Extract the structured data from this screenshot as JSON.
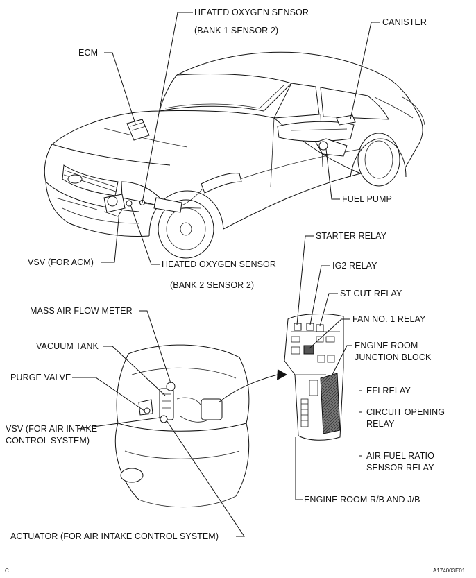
{
  "labels": {
    "heated_o2_b1s2_line1": "HEATED OXYGEN SENSOR",
    "heated_o2_b1s2_line2": "(BANK 1 SENSOR 2)",
    "canister": "CANISTER",
    "ecm": "ECM",
    "fuel_pump": "FUEL PUMP",
    "starter_relay": "STARTER RELAY",
    "vsv_acm": "VSV (FOR ACM)",
    "heated_o2_b2s2_line1": "HEATED OXYGEN SENSOR",
    "heated_o2_b2s2_line2": "(BANK 2 SENSOR 2)",
    "ig2_relay": "IG2 RELAY",
    "st_cut_relay": "ST CUT RELAY",
    "mass_air_flow_meter": "MASS AIR FLOW METER",
    "fan_no1_relay": "FAN NO. 1 RELAY",
    "vacuum_tank": "VACUUM TANK",
    "engine_room_jb_line1": "ENGINE ROOM",
    "engine_room_jb_line2": "JUNCTION BLOCK",
    "purge_valve": "PURGE VALVE",
    "efi_relay": "EFI RELAY",
    "circuit_opening_line1": "CIRCUIT OPENING",
    "circuit_opening_line2": "RELAY",
    "vsv_air_intake_line1": "VSV (FOR AIR INTAKE",
    "vsv_air_intake_line2": "CONTROL SYSTEM)",
    "af_ratio_line1": "AIR FUEL RATIO",
    "af_ratio_line2": "SENSOR RELAY",
    "engine_room_rb_jb": "ENGINE ROOM R/B AND J/B",
    "actuator": "ACTUATOR (FOR AIR INTAKE CONTROL SYSTEM)",
    "corner_left": "C",
    "corner_right": "A174003E01"
  }
}
